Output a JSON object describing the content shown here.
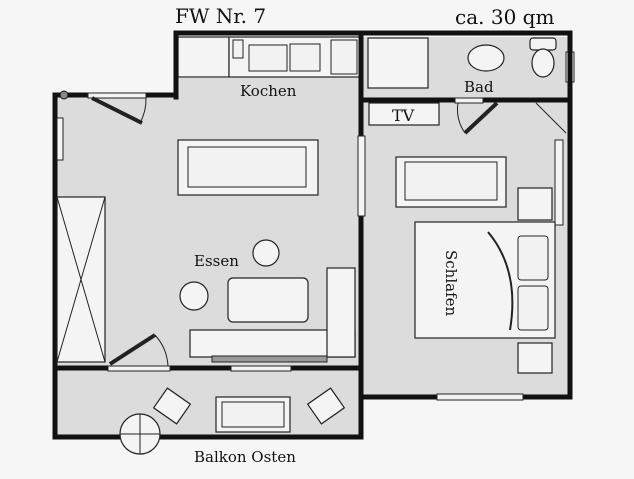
{
  "plan": {
    "title": "FW Nr. 7",
    "area": "ca. 30 qm",
    "rooms": {
      "kitchen": "Kochen",
      "bath": "Bad",
      "dining": "Essen",
      "bedroom": "Schlafen",
      "balcony": "Balkon Osten"
    },
    "tv_label": "TV",
    "colors": {
      "floor": "#dcdcdc",
      "wall": "#111111",
      "background": "#f6f6f6"
    }
  }
}
